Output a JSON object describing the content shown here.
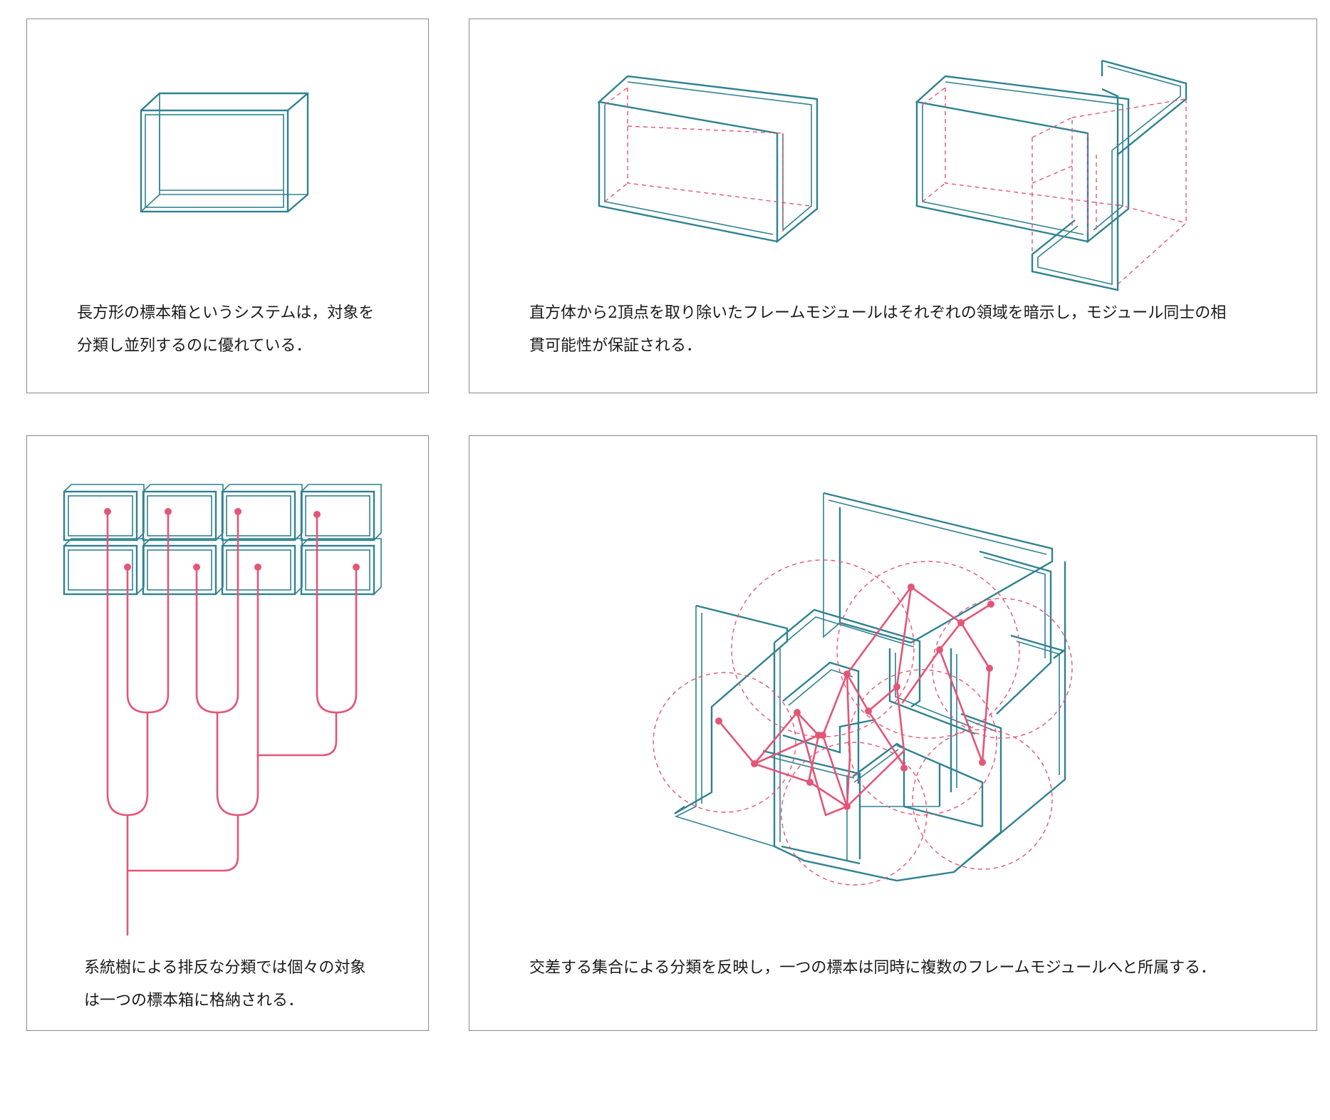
{
  "colors": {
    "frame": "#2f8291",
    "accent": "#e45577",
    "border": "#8a8a8a",
    "text": "#1a1a1a"
  },
  "panels": [
    {
      "id": "single-box",
      "caption_lines": [
        "長方形の標本箱というシステムは，対象を",
        "分類し並列するのに優れている．"
      ]
    },
    {
      "id": "frame-module",
      "caption_lines": [
        "直方体から2頂点を取り除いたフレームモジュールはそれぞれの領域を暗示し，モジュール同士の相",
        "貫可能性が保証される．"
      ]
    },
    {
      "id": "phylogenetic-tree",
      "caption_lines": [
        "系統樹による排反な分類では個々の対象",
        "は一つの標本箱に格納される．"
      ]
    },
    {
      "id": "intersecting-sets",
      "caption_lines": [
        "交差する集合による分類を反映し，一つの標本は同時に複数のフレームモジュールへと所属する．"
      ]
    }
  ]
}
